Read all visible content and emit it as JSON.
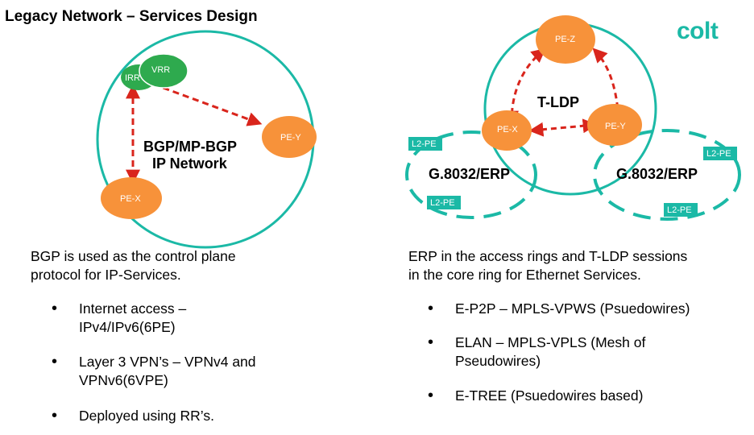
{
  "title": "Legacy Network – Services Design",
  "logo": "colt",
  "colors": {
    "ring": "#1bb9a6",
    "node_orange": "#f7923a",
    "node_green": "#2eaa4e",
    "dashed_red": "#d9251c"
  },
  "left_diagram": {
    "nodes": {
      "irr": "IRR",
      "vrr": "VRR",
      "pe_y": "PE-Y",
      "pe_x": "PE-X"
    },
    "network_label": [
      "BGP/MP-BGP",
      "IP Network"
    ]
  },
  "right_diagram": {
    "nodes": {
      "pe_z": "PE-Z",
      "pe_x": "PE-X",
      "pe_y": "PE-Y",
      "l2pe_left": "L2-PE",
      "l2pe_right": "L2-PE",
      "l2pe_bottom_left": "L2-PE",
      "l2pe_bottom_right": "L2-PE"
    },
    "tldp_label": "T-LDP",
    "erp_left": "G.8032/ERP",
    "erp_right": "G.8032/ERP"
  },
  "left_text": {
    "intro": [
      "BGP is used as the control plane",
      "protocol for IP-Services."
    ],
    "bullets": [
      [
        "Internet access –",
        "IPv4/IPv6(6PE)"
      ],
      [
        "Layer 3  VPN’s – VPNv4 and",
        "VPNv6(6VPE)"
      ],
      [
        "Deployed using RR’s."
      ]
    ]
  },
  "right_text": {
    "intro": [
      "ERP in the access rings and T-LDP sessions",
      "in the core ring for Ethernet Services."
    ],
    "bullets": [
      [
        "E-P2P – MPLS-VPWS (Psuedowires)"
      ],
      [
        "ELAN – MPLS-VPLS (Mesh of",
        "Pseudowires)"
      ],
      [
        "E-TREE (Psuedowires based)"
      ]
    ]
  }
}
